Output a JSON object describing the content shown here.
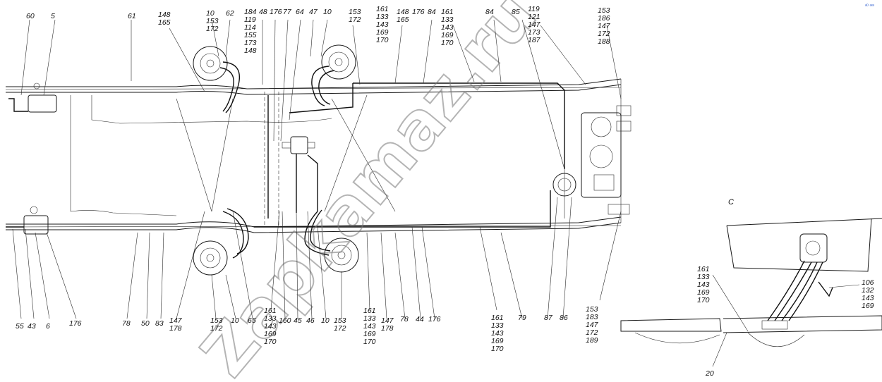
{
  "watermark": "Zapkamaz.ru",
  "corner_mark": "ᵃᴰ ᵃᵉᵉ",
  "view_label": "C",
  "top_labels": [
    {
      "id": "t60",
      "lines": [
        "60"
      ]
    },
    {
      "id": "t5",
      "lines": [
        "5"
      ]
    },
    {
      "id": "t61",
      "lines": [
        "61"
      ]
    },
    {
      "id": "t148a",
      "lines": [
        "148",
        "165"
      ]
    },
    {
      "id": "t10a",
      "lines": [
        "10",
        "153",
        "172"
      ]
    },
    {
      "id": "t62",
      "lines": [
        "62"
      ]
    },
    {
      "id": "t184",
      "lines": [
        "184",
        "119",
        "114",
        "155",
        "173",
        "148"
      ]
    },
    {
      "id": "t48",
      "lines": [
        "48"
      ]
    },
    {
      "id": "t176a",
      "lines": [
        "176"
      ]
    },
    {
      "id": "t77",
      "lines": [
        "77"
      ]
    },
    {
      "id": "t64",
      "lines": [
        "64"
      ]
    },
    {
      "id": "t47",
      "lines": [
        "47"
      ]
    },
    {
      "id": "t10b",
      "lines": [
        "10"
      ]
    },
    {
      "id": "t153a",
      "lines": [
        "153",
        "172"
      ]
    },
    {
      "id": "t161a",
      "lines": [
        "161",
        "133",
        "143",
        "169",
        "170"
      ]
    },
    {
      "id": "t148b",
      "lines": [
        "148",
        "165"
      ]
    },
    {
      "id": "t176b",
      "lines": [
        "176"
      ]
    },
    {
      "id": "t84a",
      "lines": [
        "84"
      ]
    },
    {
      "id": "t161b",
      "lines": [
        "161",
        "133",
        "143",
        "169",
        "170"
      ]
    },
    {
      "id": "t84b",
      "lines": [
        "84"
      ]
    },
    {
      "id": "t85",
      "lines": [
        "85"
      ]
    },
    {
      "id": "t119",
      "lines": [
        "119",
        "121",
        "147",
        "173",
        "187"
      ]
    },
    {
      "id": "t153b",
      "lines": [
        "153",
        "186",
        "147",
        "172",
        "188"
      ]
    }
  ],
  "bottom_labels": [
    {
      "id": "b55",
      "lines": [
        "55"
      ]
    },
    {
      "id": "b43",
      "lines": [
        "43"
      ]
    },
    {
      "id": "b6",
      "lines": [
        "6"
      ]
    },
    {
      "id": "b176a",
      "lines": [
        "176"
      ]
    },
    {
      "id": "b78a",
      "lines": [
        "78"
      ]
    },
    {
      "id": "b50",
      "lines": [
        "50"
      ]
    },
    {
      "id": "b83",
      "lines": [
        "83"
      ]
    },
    {
      "id": "b147a",
      "lines": [
        "147",
        "178"
      ]
    },
    {
      "id": "b153a",
      "lines": [
        "153",
        "172"
      ]
    },
    {
      "id": "b10a",
      "lines": [
        "10"
      ]
    },
    {
      "id": "b65",
      "lines": [
        "65"
      ]
    },
    {
      "id": "b161a",
      "lines": [
        "161",
        "133",
        "143",
        "169",
        "170"
      ]
    },
    {
      "id": "b160",
      "lines": [
        "160"
      ]
    },
    {
      "id": "b45",
      "lines": [
        "45"
      ]
    },
    {
      "id": "b46",
      "lines": [
        "46"
      ]
    },
    {
      "id": "b10b",
      "lines": [
        "10"
      ]
    },
    {
      "id": "b153b",
      "lines": [
        "153",
        "172"
      ]
    },
    {
      "id": "b161b",
      "lines": [
        "161",
        "133",
        "143",
        "169",
        "170"
      ]
    },
    {
      "id": "b147b",
      "lines": [
        "147",
        "178"
      ]
    },
    {
      "id": "b78b",
      "lines": [
        "78"
      ]
    },
    {
      "id": "b44",
      "lines": [
        "44"
      ]
    },
    {
      "id": "b176b",
      "lines": [
        "176"
      ]
    },
    {
      "id": "b161c",
      "lines": [
        "161",
        "133",
        "143",
        "169",
        "170"
      ]
    },
    {
      "id": "b79",
      "lines": [
        "79"
      ]
    },
    {
      "id": "b87",
      "lines": [
        "87"
      ]
    },
    {
      "id": "b86",
      "lines": [
        "86"
      ]
    },
    {
      "id": "b153c",
      "lines": [
        "153",
        "183",
        "147",
        "172",
        "189"
      ]
    }
  ],
  "detail_labels": [
    {
      "id": "d161",
      "lines": [
        "161",
        "133",
        "143",
        "169",
        "170"
      ]
    },
    {
      "id": "d106",
      "lines": [
        "106",
        "132",
        "143",
        "169"
      ]
    },
    {
      "id": "d20",
      "lines": [
        "20"
      ]
    }
  ]
}
